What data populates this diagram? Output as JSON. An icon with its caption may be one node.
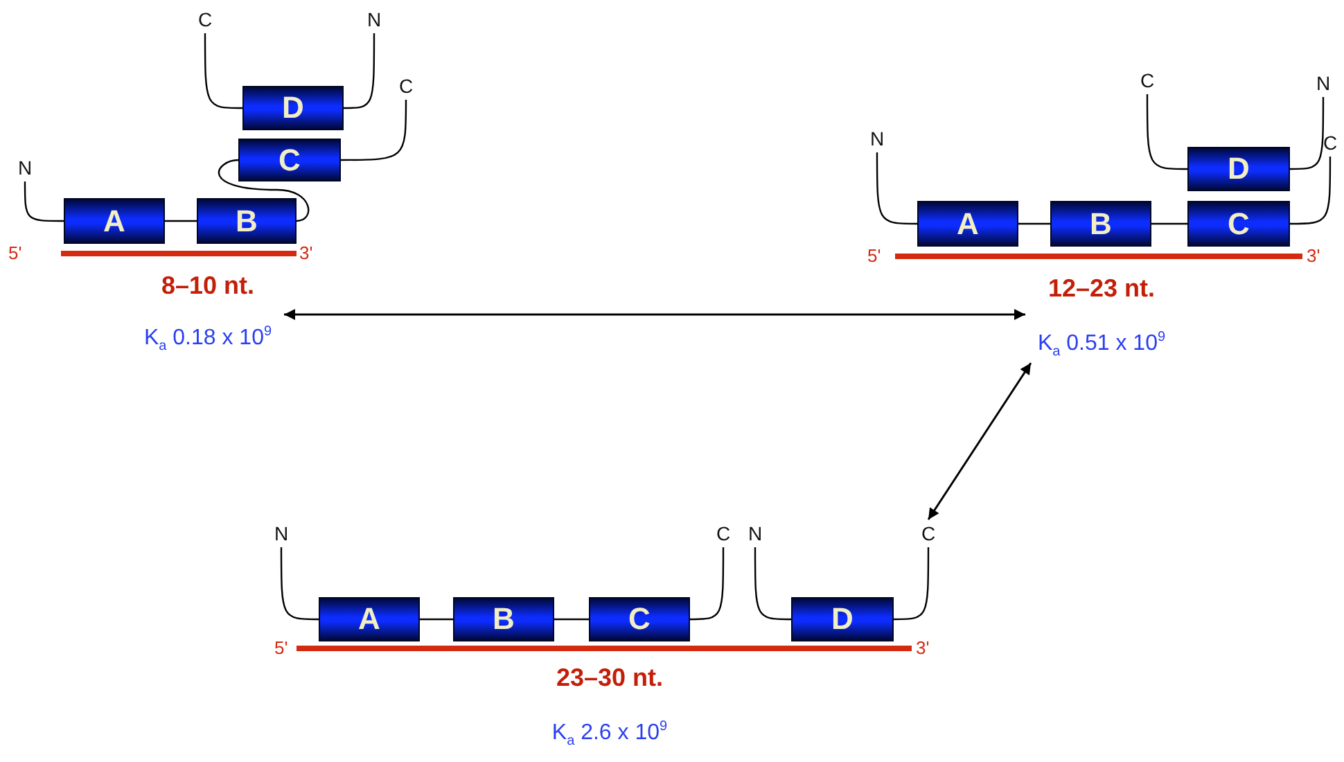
{
  "diagram": {
    "nodes": [
      {
        "text": [
          "C"
        ]
      },
      {
        "text": [
          "N"
        ]
      },
      {
        "text": [
          "D"
        ]
      },
      {
        "text": [
          "C"
        ]
      },
      {
        "text": [
          "C"
        ]
      },
      {
        "text": [
          "N"
        ]
      },
      {
        "text": [
          "A"
        ]
      },
      {
        "text": [
          "B"
        ]
      },
      {
        "text": [
          "C"
        ]
      },
      {
        "text": [
          "N"
        ]
      },
      {
        "text": [
          "N"
        ]
      },
      {
        "text": [
          "D"
        ]
      },
      {
        "text": [
          "C"
        ]
      },
      {
        "text": [
          "A"
        ]
      },
      {
        "text": [
          "B"
        ]
      },
      {
        "text": [
          "C"
        ]
      },
      {
        "text": [
          "N"
        ]
      },
      {
        "text": [
          "C"
        ]
      },
      {
        "text": [
          "N"
        ]
      },
      {
        "text": [
          "C"
        ]
      },
      {
        "text": [
          "A"
        ]
      },
      {
        "text": [
          "B"
        ]
      },
      {
        "text": [
          "C"
        ]
      },
      {
        "text": [
          "D"
        ]
      },
      {
        "text": [
          "8–10 nt.",
          "K$_{a}$ 0.18 x 10$^{9}$"
        ]
      },
      {
        "text": [
          "12–23 nt.",
          "K$_{a}$ 0.51 x 10$^{9}$"
        ]
      },
      {
        "text": [
          "23–30 nt.",
          "K$_{a}$ 2.6 x 10$^{9}$"
        ]
      }
    ],
    "edges": [
      {
        "from": 24,
        "to": 25,
        "arrow": "both"
      },
      {
        "from": 25,
        "to": 19,
        "arrow": "both"
      },
      {
        "from": 0,
        "to": 2,
        "arrow": "none"
      },
      {
        "from": 2,
        "to": 1,
        "arrow": "none"
      },
      {
        "from": 4,
        "to": 3,
        "arrow": "none"
      },
      {
        "from": 5,
        "to": 6,
        "arrow": "none"
      },
      {
        "from": 6,
        "to": 7,
        "arrow": "none"
      },
      {
        "from": 7,
        "to": 4,
        "arrow": "none"
      },
      {
        "from": 8,
        "to": 11,
        "arrow": "none"
      },
      {
        "from": 11,
        "to": 9,
        "arrow": "none"
      },
      {
        "from": 10,
        "to": 13,
        "arrow": "none"
      },
      {
        "from": 13,
        "to": 14,
        "arrow": "none"
      },
      {
        "from": 14,
        "to": 15,
        "arrow": "none"
      },
      {
        "from": 15,
        "to": 12,
        "arrow": "none"
      },
      {
        "from": 16,
        "to": 20,
        "arrow": "none"
      },
      {
        "from": 20,
        "to": 21,
        "arrow": "none"
      },
      {
        "from": 21,
        "to": 22,
        "arrow": "none"
      },
      {
        "from": 22,
        "to": 17,
        "arrow": "none"
      },
      {
        "from": 18,
        "to": 23,
        "arrow": "none"
      },
      {
        "from": 23,
        "to": 19,
        "arrow": "none"
      }
    ],
    "labels": [
      "5'",
      "3'",
      "5'",
      "3'",
      "5'",
      "3'"
    ]
  }
}
